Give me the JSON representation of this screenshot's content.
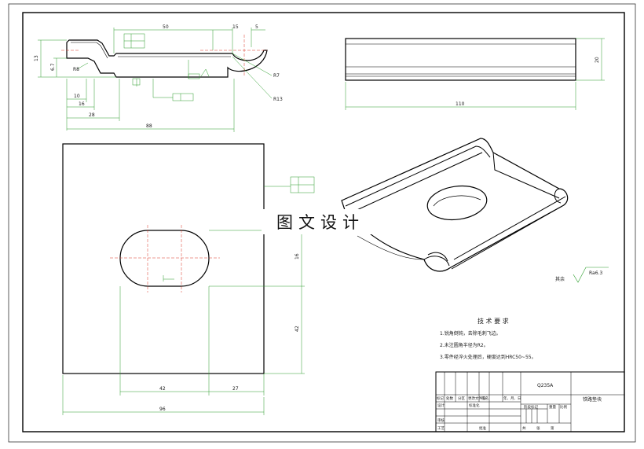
{
  "watermark": "图文设计",
  "dimensions": {
    "top_50": "50",
    "top_15": "15",
    "top_5": "5",
    "left_13": "13",
    "left_6_7": "6.7",
    "r8": "R8",
    "r7": "R7",
    "r13": "R13",
    "d10": "10",
    "d16": "16",
    "d28": "28",
    "d88": "88",
    "front_20": "20",
    "front_110": "110",
    "plan_16": "16",
    "plan_42_v": "42",
    "plan_42_h": "42",
    "plan_27": "27",
    "plan_96": "96"
  },
  "roughness": {
    "label": "其余",
    "value": "Ra6.3"
  },
  "tech_requirements": {
    "title": "技 术 要 求",
    "items": [
      "1.锐角倒钝，去除毛刺飞边。",
      "2.未注圆角半径为R2。",
      "3.零件经淬火处理后，硬度达到HRC50~55。"
    ]
  },
  "title_block": {
    "material": "Q235A",
    "part_name": "铁路垫块",
    "col_headers": [
      "标记",
      "处数",
      "分区",
      "更改文件号",
      "签名",
      "年、月、日"
    ],
    "row_labels": [
      "设计",
      "审核",
      "工艺"
    ],
    "std_label": "标准化",
    "approve_label": "批准",
    "stage_label": "阶段标记",
    "weight_label": "重量",
    "scale_label": "比例",
    "sheet_label": "共",
    "page_label": "张",
    "seq_label": "第"
  }
}
